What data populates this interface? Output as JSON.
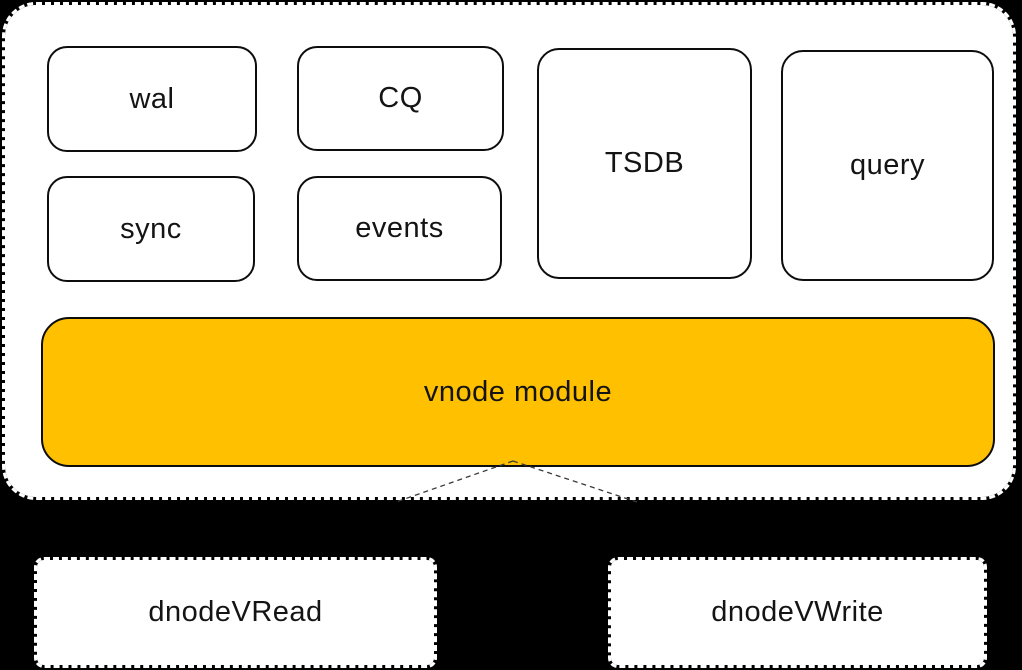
{
  "palette": {
    "background": "#000000",
    "box_fill": "#ffffff",
    "box_border": "#0d0d0d",
    "vnode_fill": "#ffc000",
    "text": "#141414"
  },
  "modules": {
    "wal": {
      "label": "wal"
    },
    "cq": {
      "label": "CQ"
    },
    "sync": {
      "label": "sync"
    },
    "events": {
      "label": "events"
    },
    "tsdb": {
      "label": "TSDB"
    },
    "query": {
      "label": "query"
    }
  },
  "vnode": {
    "label": "vnode module",
    "fill": "#ffc000"
  },
  "queues": {
    "read": {
      "label": "dnodeVRead"
    },
    "write": {
      "label": "dnodeVWrite"
    }
  },
  "connectors": [
    {
      "from": "vnode module",
      "to": "dnodeVRead",
      "style": "dashed"
    },
    {
      "from": "vnode module",
      "to": "dnodeVWrite",
      "style": "dashed"
    }
  ]
}
